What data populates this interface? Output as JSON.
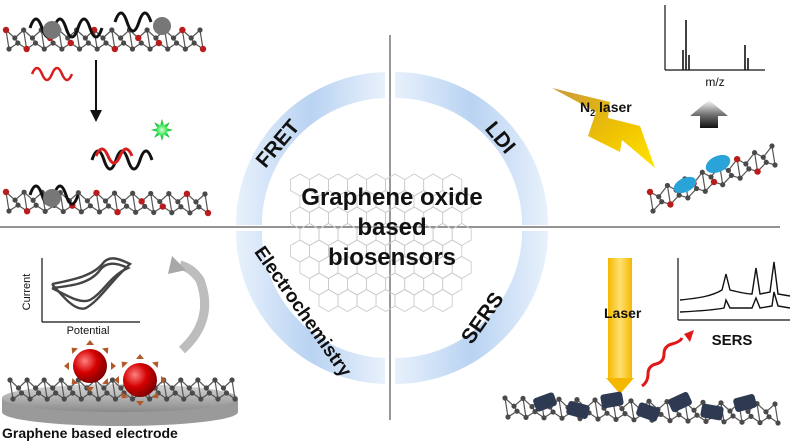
{
  "center": {
    "line1": "Graphene oxide",
    "line2": "based",
    "line3": "biosensors"
  },
  "quadrants": {
    "fret": "FRET",
    "ldi": "LDI",
    "electrochemistry": "Electrochemistry",
    "sers": "SERS"
  },
  "ldi_panel": {
    "x_axis_label": "m/z",
    "laser_label_main": "N",
    "laser_label_sub": "2",
    "laser_label_rest": " laser"
  },
  "electrochem_panel": {
    "y_axis_label": "Current",
    "x_axis_label": "Potential",
    "caption": "Graphene based electrode"
  },
  "sers_panel": {
    "laser_label": "Laser",
    "spectrum_label": "SERS"
  },
  "colors": {
    "ring_dark": "#8fb8e8",
    "ring_light": "#e6f0fb",
    "dna_black": "#111111",
    "dna_red": "#d62020",
    "fluor_green": "#2ee04a",
    "laser_yellow": "#f5b800",
    "nanoparticle_red": "#d40000",
    "analyte_blue": "#2aa3d8",
    "sers_wave_red": "#e01818"
  }
}
